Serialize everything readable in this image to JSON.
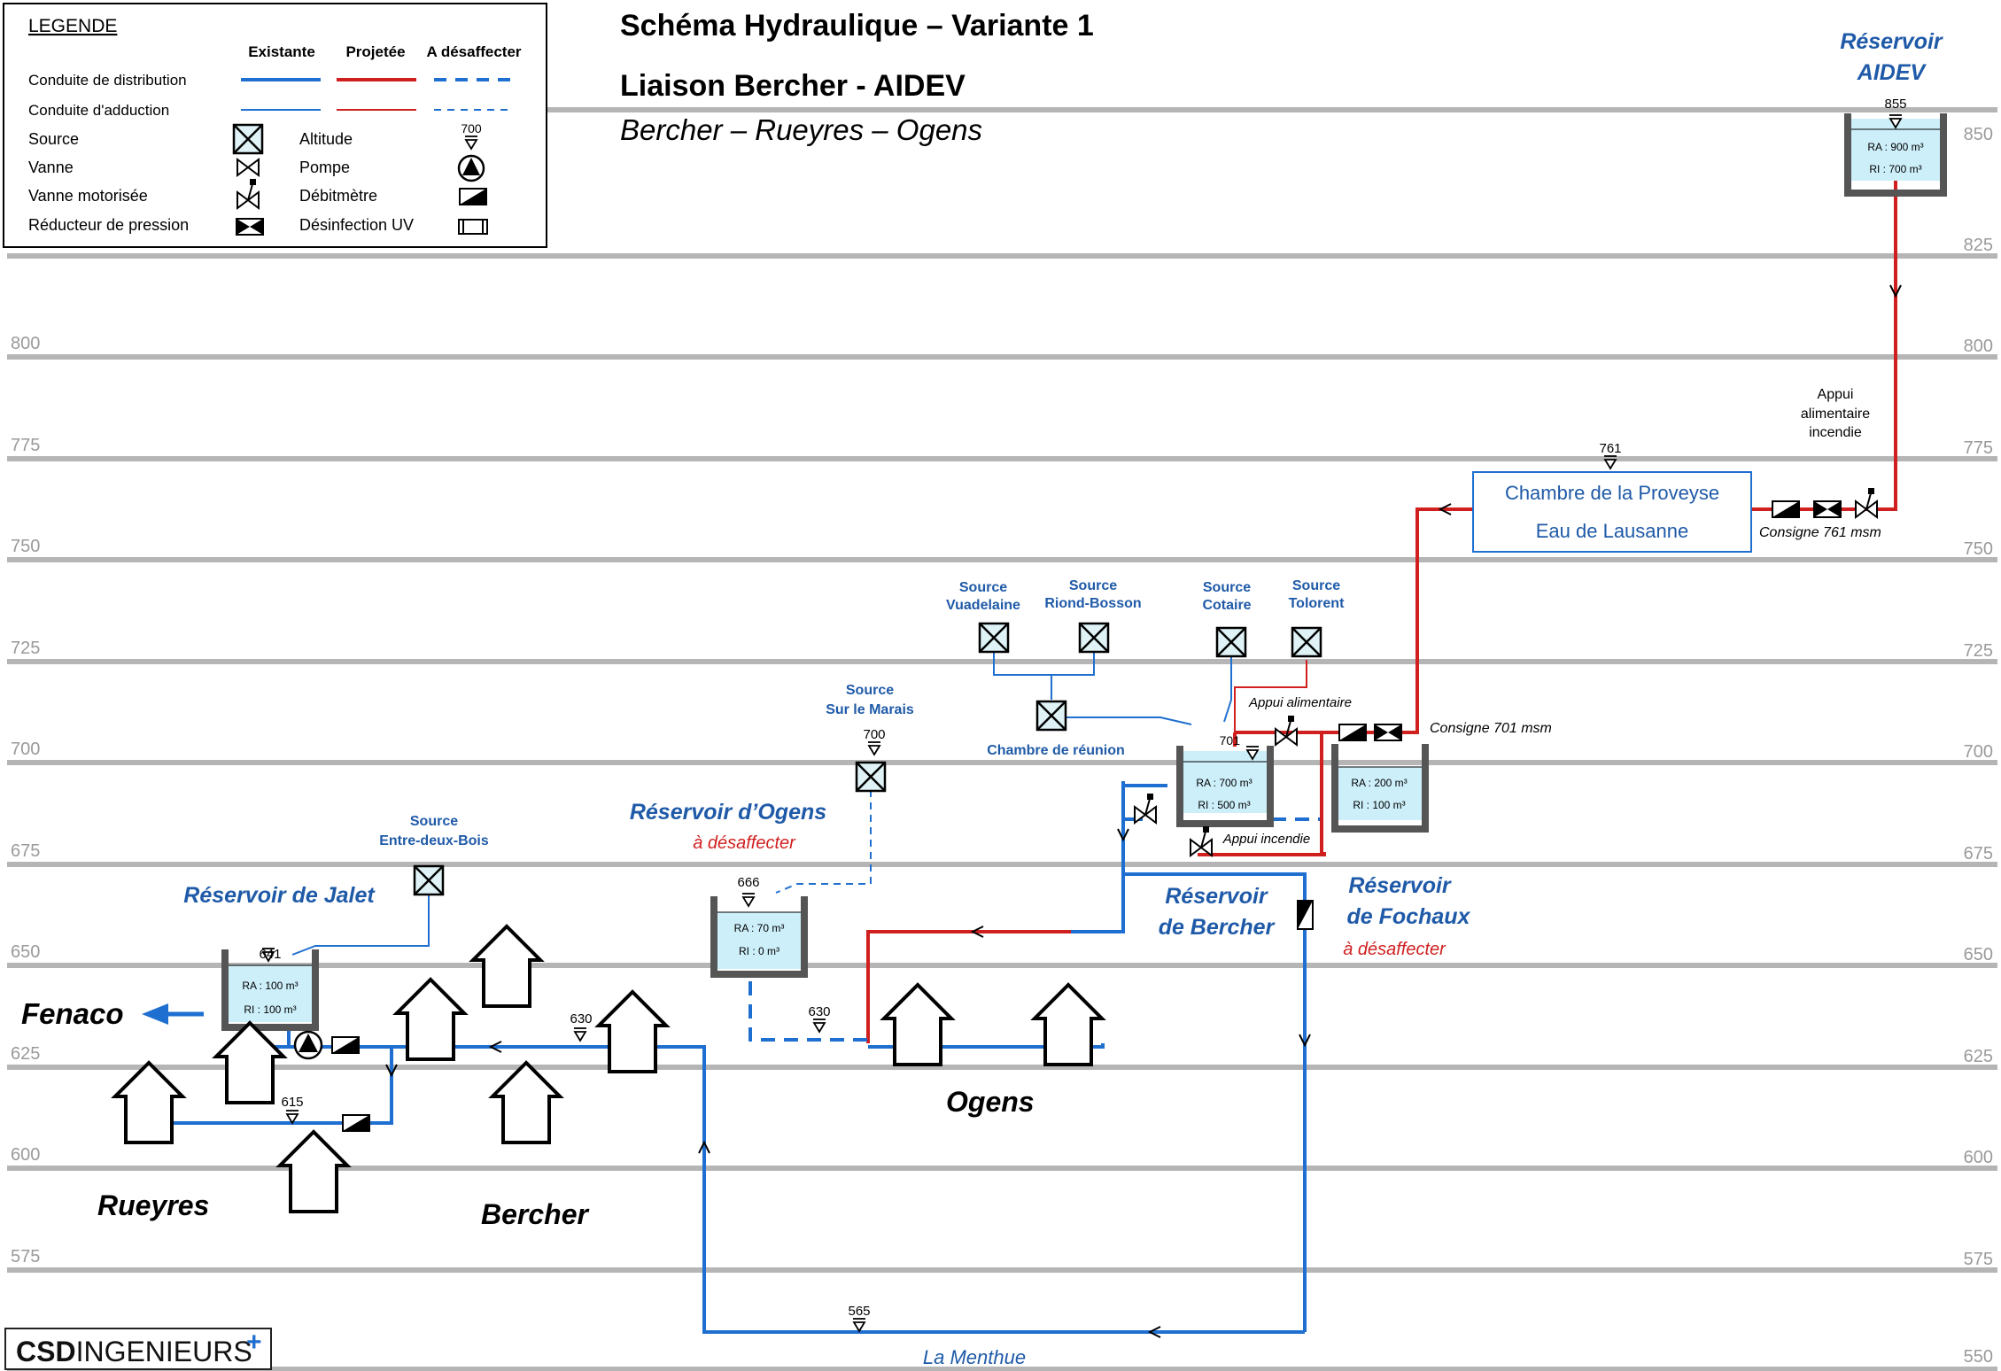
{
  "title": {
    "line1": "Schéma Hydraulique – Variante 1",
    "line2": "Liaison Bercher - AIDEV",
    "line3": "Bercher – Rueyres – Ogens"
  },
  "legend": {
    "heading": "LEGENDE",
    "col_existing": "Existante",
    "col_projected": "Projetée",
    "col_decommission": "A désaffecter",
    "row_distribution": "Conduite de distribution",
    "row_adduction": "Conduite d'adduction",
    "source": "Source",
    "valve": "Vanne",
    "motor_valve": "Vanne motorisée",
    "pressure_reducer": "Réducteur de pression",
    "altitude": "Altitude",
    "altitude_example": "700",
    "pump": "Pompe",
    "flowmeter": "Débitmètre",
    "uv": "Désinfection UV"
  },
  "altitude_scale": [
    "850",
    "825",
    "800",
    "775",
    "750",
    "725",
    "700",
    "675",
    "650",
    "625",
    "600",
    "575",
    "550"
  ],
  "reservoirs": {
    "aidev": {
      "name1": "Réservoir",
      "name2": "AIDEV",
      "alt": "855",
      "ra": "RA : 900 m³",
      "ri": "RI : 700 m³"
    },
    "bercher": {
      "name1": "Réservoir",
      "name2": "de Bercher",
      "alt": "701",
      "ra": "RA : 700 m³",
      "ri": "RI : 500 m³"
    },
    "fochaux": {
      "name1": "Réservoir",
      "name2": "de Fochaux",
      "status": "à désaffecter",
      "ra": "RA : 200 m³",
      "ri": "RI : 100 m³"
    },
    "ogens": {
      "name": "Réservoir d’Ogens",
      "status": "à désaffecter",
      "alt": "666",
      "ra": "RA : 70 m³",
      "ri": "RI : 0 m³"
    },
    "jalet": {
      "name": "Réservoir de Jalet",
      "alt": "641",
      "ra": "RA : 100 m³",
      "ri": "RI : 100 m³"
    }
  },
  "chamber_proveyse": {
    "line1": "Chambre de la Proveyse",
    "line2": "Eau de Lausanne",
    "alt": "761",
    "consigne": "Consigne 761 msm"
  },
  "appui_alimentaire_incendie": {
    "line1": "Appui",
    "line2": "alimentaire",
    "line3": "incendie"
  },
  "consigne_701": "Consigne 701 msm",
  "appui_alimentaire": "Appui alimentaire",
  "appui_incendie": "Appui incendie",
  "chambre_reunion": "Chambre de réunion",
  "sources": {
    "vuadelaine": {
      "line1": "Source",
      "line2": "Vuadelaine"
    },
    "riond": {
      "line1": "Source",
      "line2": "Riond-Bosson"
    },
    "cotaire": {
      "line1": "Source",
      "line2": "Cotaire"
    },
    "tolorent": {
      "line1": "Source",
      "line2": "Tolorent"
    },
    "marais": {
      "line1": "Source",
      "line2": "Sur le Marais",
      "alt": "700"
    },
    "entre": {
      "line1": "Source",
      "line2": "Entre-deux-Bois"
    }
  },
  "altitudes": {
    "ogens_village": "630",
    "bercher_village": "630",
    "rueyres": "615",
    "menthue": "565"
  },
  "villages": {
    "fenaco": "Fenaco",
    "rueyres": "Rueyres",
    "bercher": "Bercher",
    "ogens": "Ogens"
  },
  "river": "La Menthue",
  "logo": {
    "bold": "CSD",
    "light": "INGENIEURS",
    "plus": "+"
  },
  "colors": {
    "existing": "#1f6fd0",
    "projected": "#d01f1f",
    "water": "#cdeffa",
    "grid": "#b5b5b5",
    "label_blue": "#1f5aa8"
  }
}
